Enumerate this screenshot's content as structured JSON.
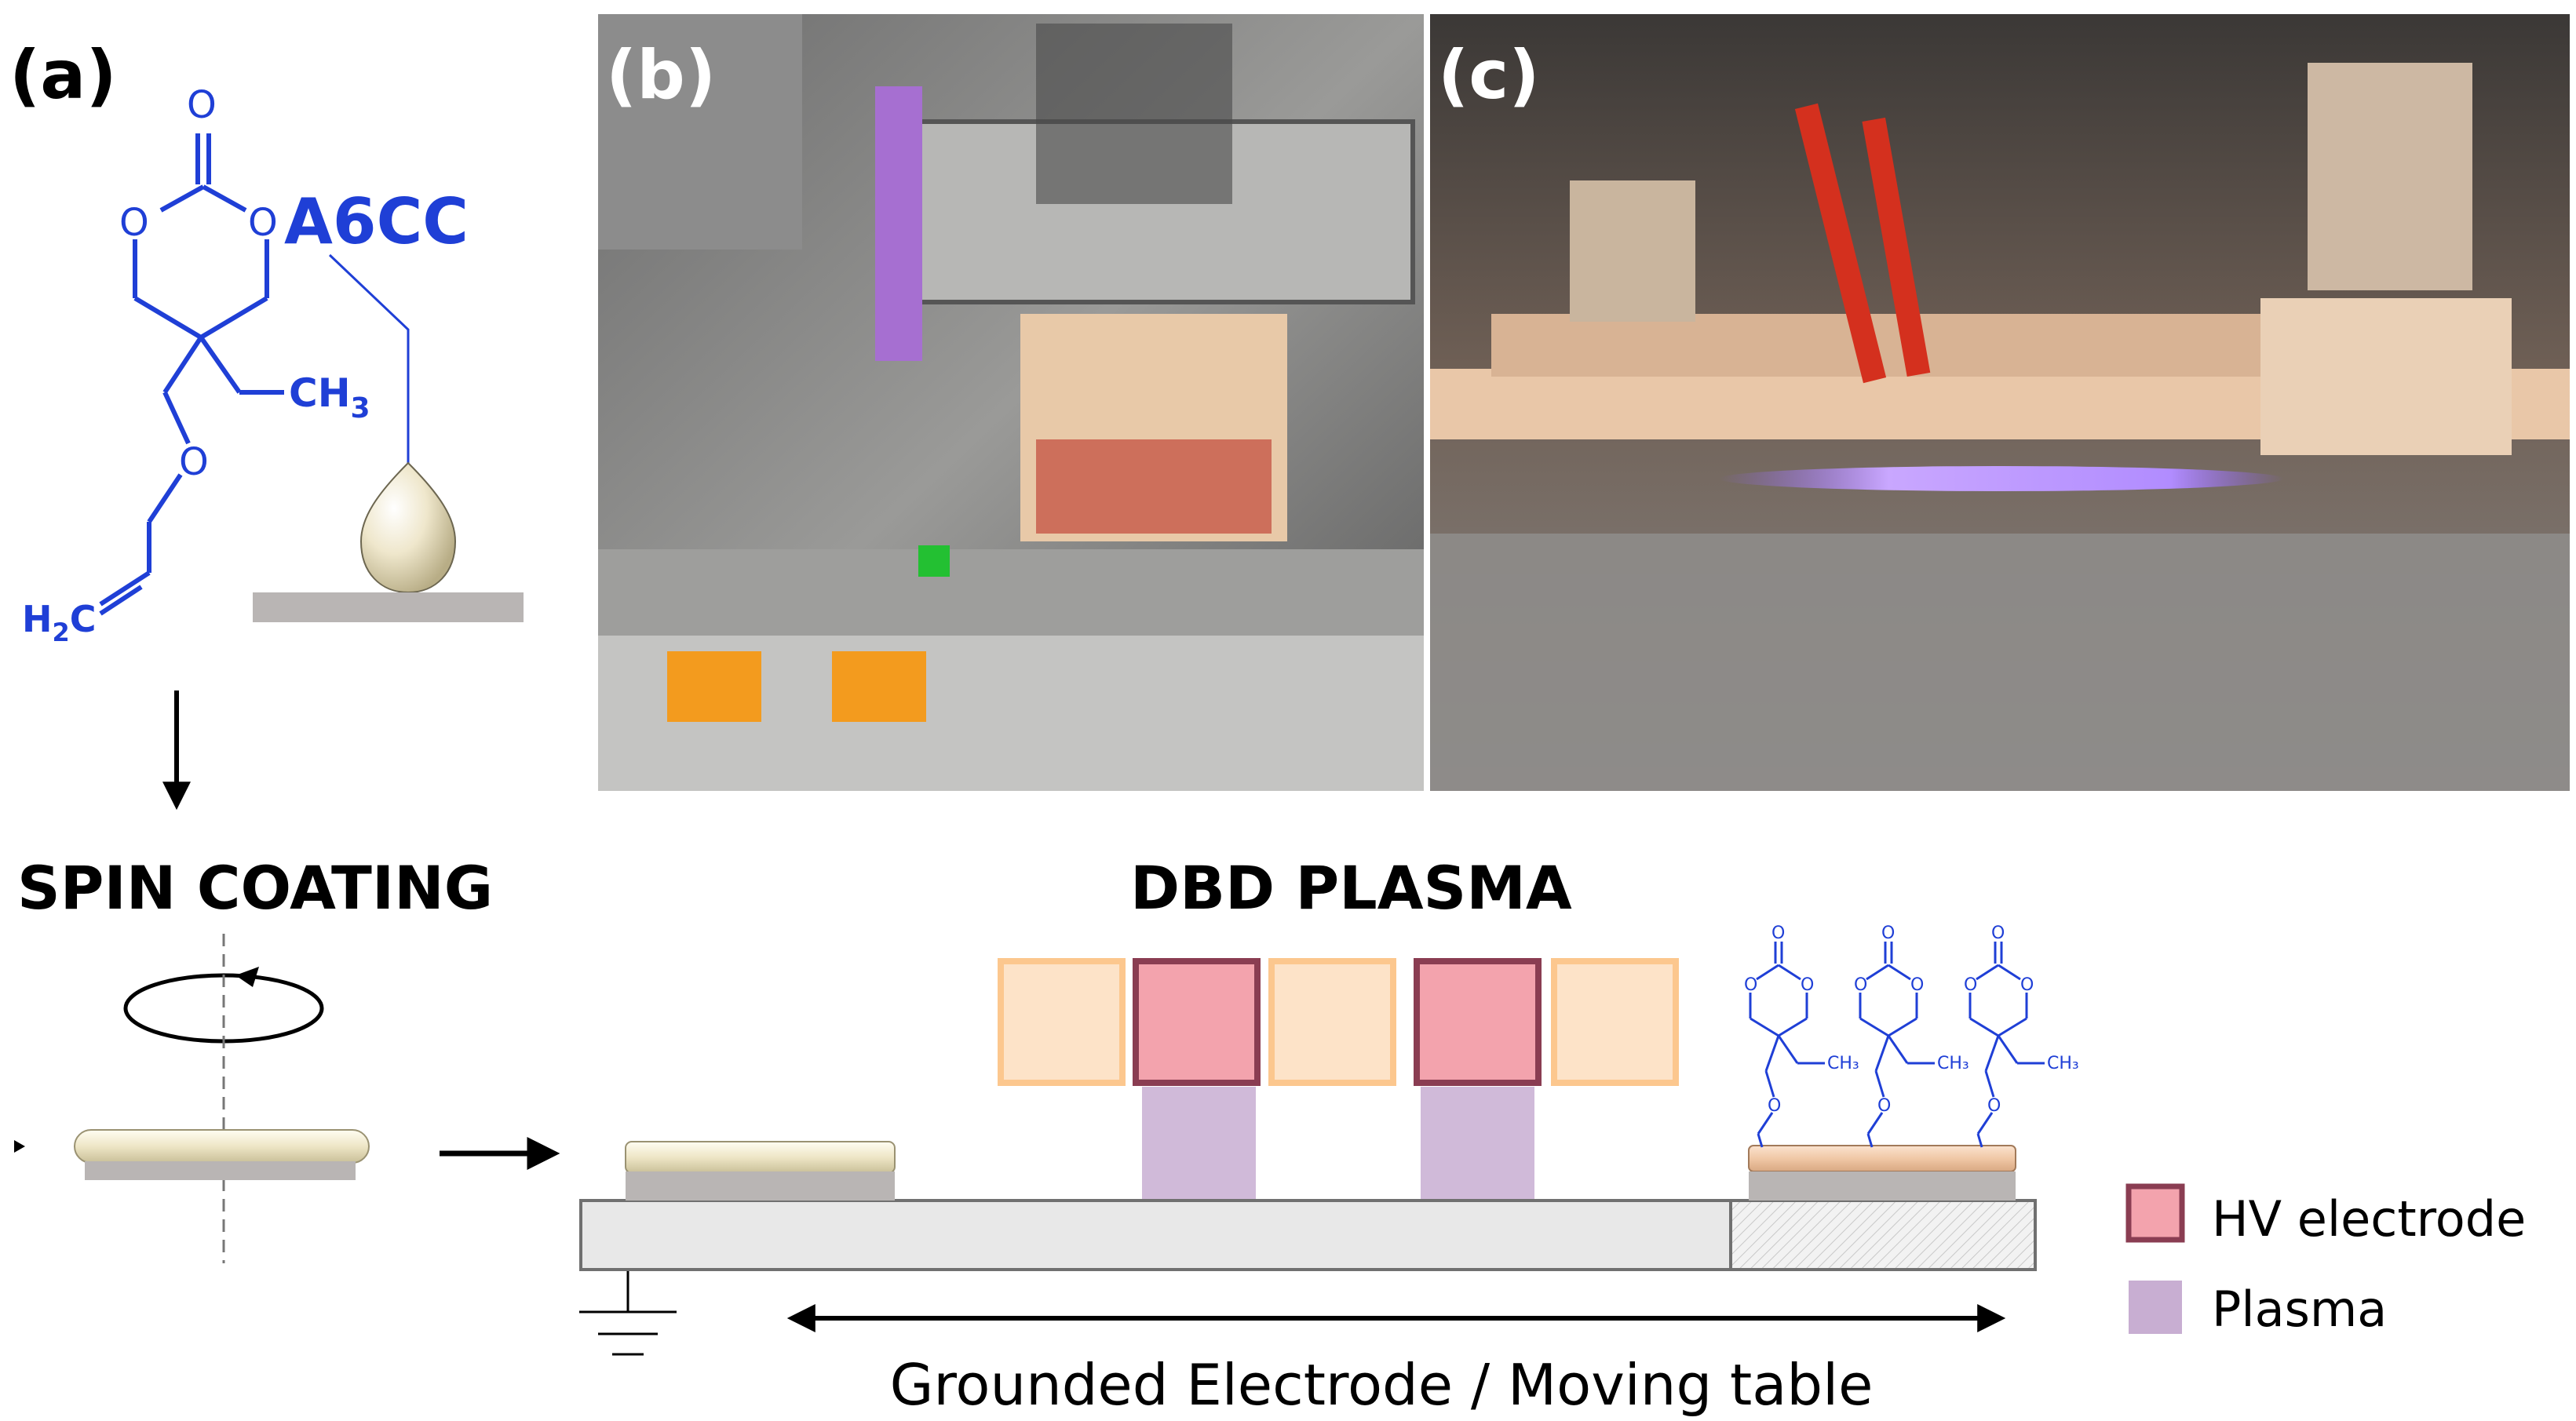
{
  "panels": {
    "a": "(a)",
    "b": "(b)",
    "c": "(c)"
  },
  "molecule": {
    "name": "A6CC",
    "atom_O": "O",
    "ch3_main": "CH",
    "ch3_sub": "3",
    "h2c_main": "H",
    "h2c_sub": "2",
    "h2c_tail": "C",
    "ch3_small": "CH₃"
  },
  "labels": {
    "spin_coating": "SPIN COATING",
    "dbd_plasma": "DBD PLASMA",
    "table_axis": "Grounded Electrode / Moving table"
  },
  "legend": {
    "items": [
      {
        "label": "HV electrode",
        "color": "#f3a3ad",
        "border": "#8a3d52"
      },
      {
        "label": "Plasma",
        "color": "#c8aed2",
        "border": "#c8aed2"
      }
    ]
  },
  "colors": {
    "chem_blue": "#1f3fd6",
    "inactive_electrode_fill": "#fde3c8",
    "inactive_electrode_border": "#fcc78e",
    "hv_fill": "#f3a3ad",
    "hv_border": "#8a3d52",
    "plasma": "#c8aed2",
    "table": "#e8e8e8",
    "table_border": "#707070",
    "substrate": "#b9b5b4",
    "film": "#f1ebcf"
  }
}
